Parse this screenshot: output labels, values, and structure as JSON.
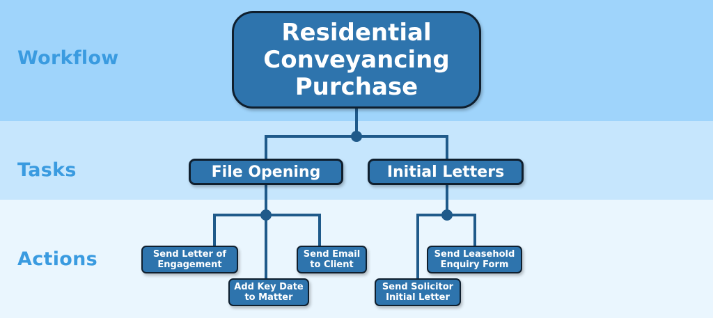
{
  "levels": {
    "workflow": "Workflow",
    "tasks": "Tasks",
    "actions": "Actions"
  },
  "workflow": {
    "title": "Residential\nConveyancing\nPurchase"
  },
  "tasks": [
    {
      "label": "File Opening"
    },
    {
      "label": "Initial Letters"
    }
  ],
  "actions": {
    "file_opening": [
      {
        "label": "Send Letter of\nEngagement"
      },
      {
        "label": "Add Key Date\nto Matter"
      },
      {
        "label": "Send Email\nto Client"
      }
    ],
    "initial_letters": [
      {
        "label": "Send Solicitor\nInitial Letter"
      },
      {
        "label": "Send Leasehold\nEnquiry Form"
      }
    ]
  },
  "colors": {
    "workflow_band": "#9fd4fb",
    "tasks_band": "#c6e6fd",
    "actions_band": "#eaf6fe",
    "label_text": "#3a9be0",
    "box_fill": "#2e74ad",
    "box_border": "#0f1f2e",
    "connector": "#1f5a8a"
  }
}
